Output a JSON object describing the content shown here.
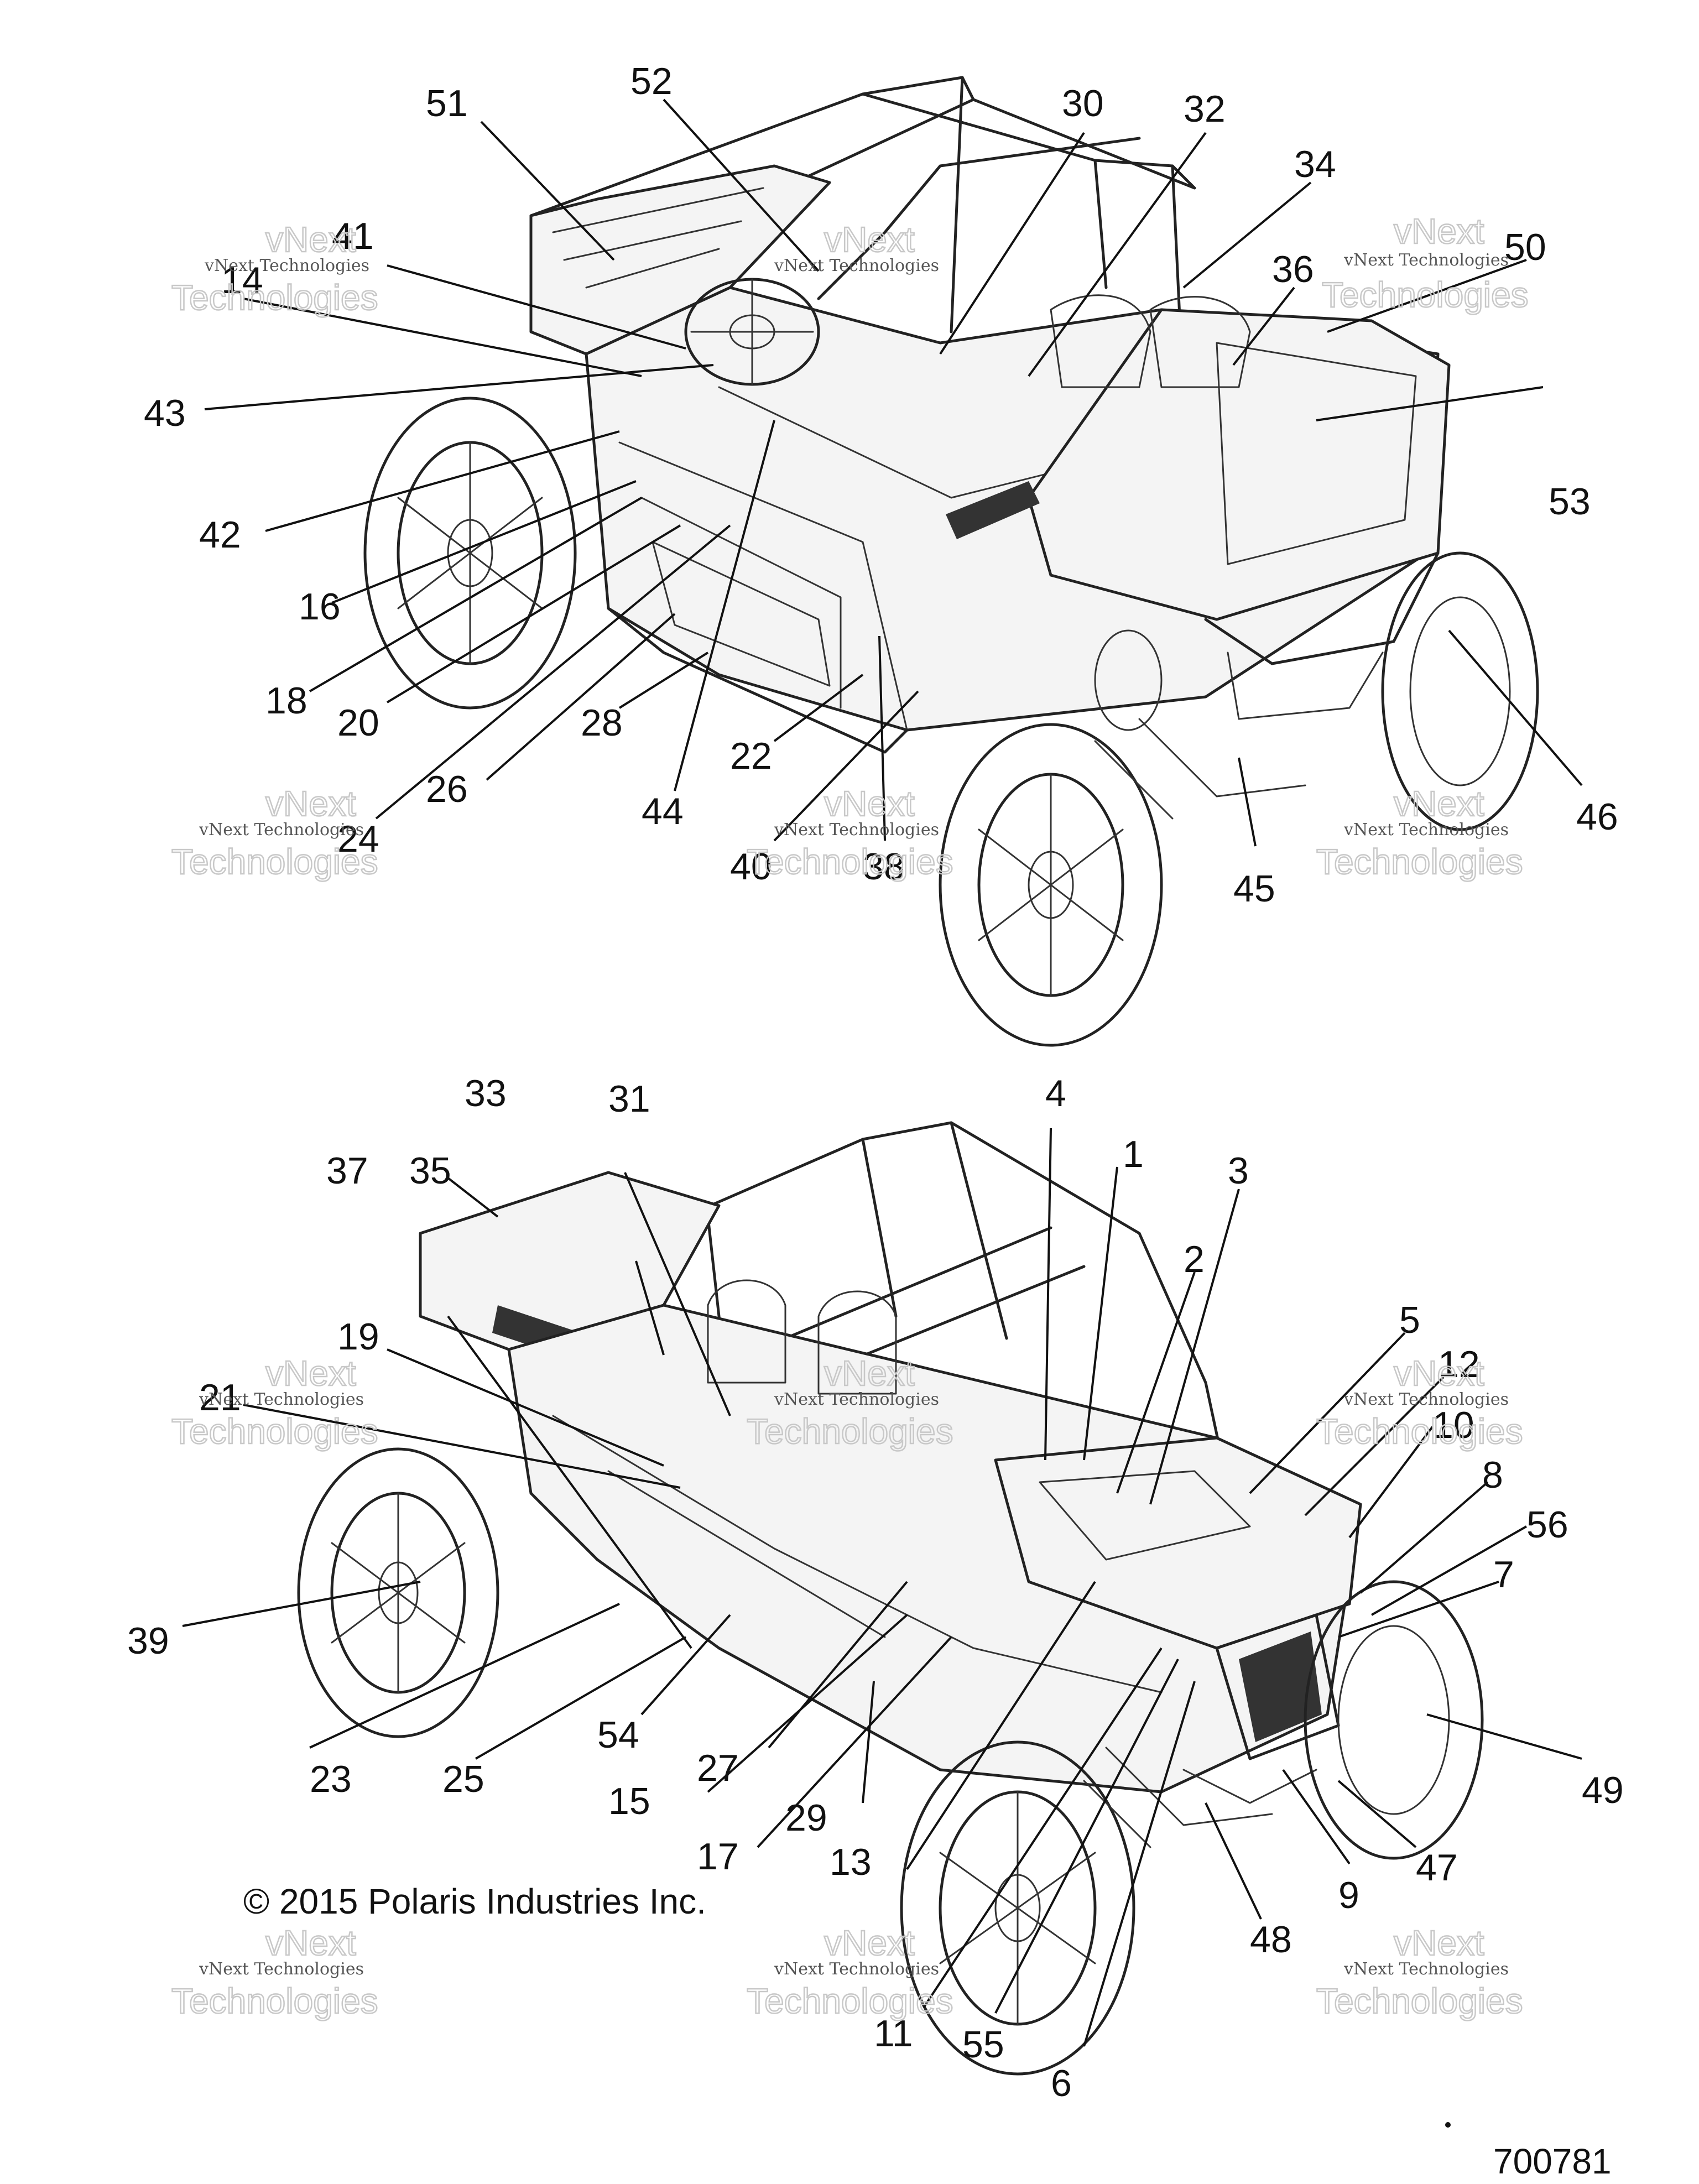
{
  "copyright": "© 2015 Polaris Industries Inc.",
  "figure_number": "700781",
  "watermark": {
    "brand": "vNext Technologies",
    "ghost": "Technologies",
    "ghost_top": "vNext"
  },
  "callouts": {
    "c1": "1",
    "c2": "2",
    "c3": "3",
    "c4": "4",
    "c5": "5",
    "c6": "6",
    "c7": "7",
    "c8": "8",
    "c9": "9",
    "c10": "10",
    "c11": "11",
    "c12": "12",
    "c13": "13",
    "c14": "14",
    "c15": "15",
    "c16": "16",
    "c17": "17",
    "c18": "18",
    "c19": "19",
    "c20": "20",
    "c21": "21",
    "c22": "22",
    "c23": "23",
    "c24": "24",
    "c25": "25",
    "c26": "26",
    "c27": "27",
    "c28": "28",
    "c29": "29",
    "c30": "30",
    "c31": "31",
    "c32": "32",
    "c33": "33",
    "c34": "34",
    "c35": "35",
    "c36": "36",
    "c37": "37",
    "c38": "38",
    "c39": "39",
    "c40": "40",
    "c41": "41",
    "c42": "42",
    "c43": "43",
    "c44": "44",
    "c45": "45",
    "c46": "46",
    "c47": "47",
    "c48": "48",
    "c49": "49",
    "c50": "50",
    "c51": "51",
    "c52": "52",
    "c53": "53",
    "c54": "54",
    "c55": "55",
    "c56": "56"
  }
}
